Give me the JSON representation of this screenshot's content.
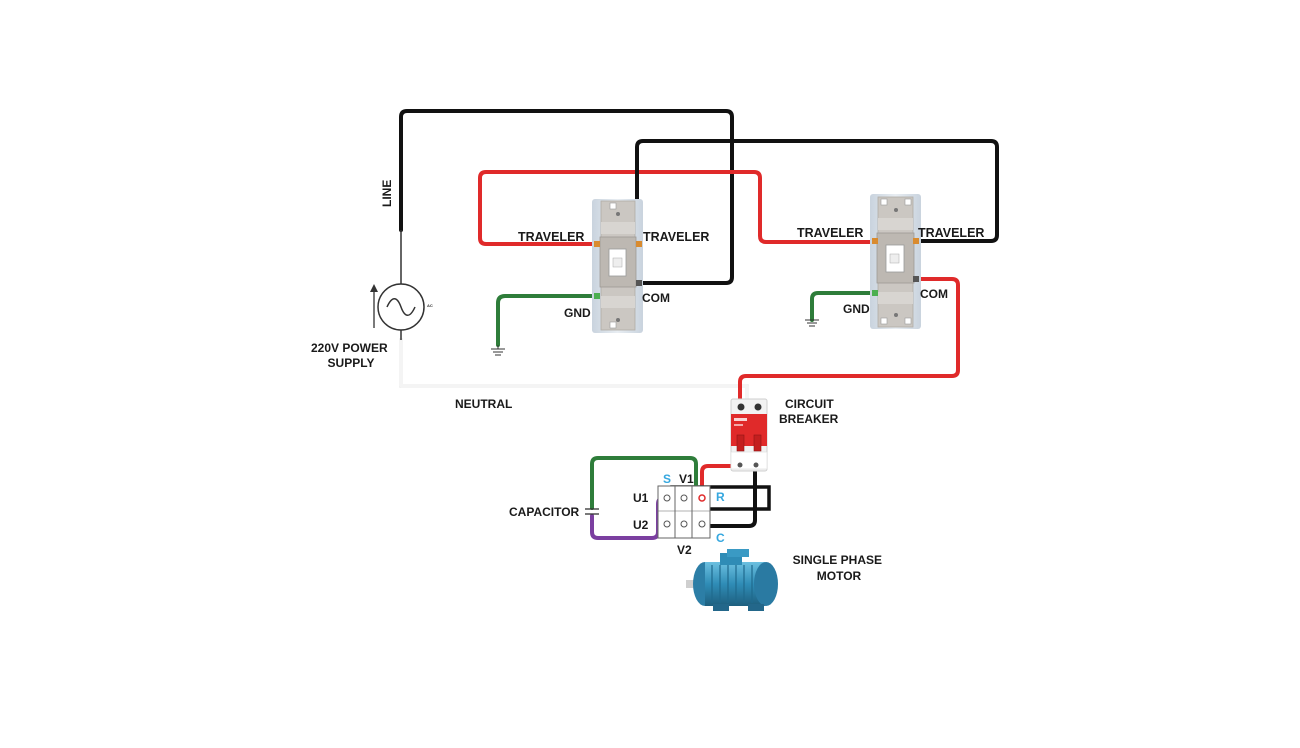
{
  "labels": {
    "line": "LINE",
    "power_supply_1": "220V POWER",
    "power_supply_2": "SUPPLY",
    "ac": "AC",
    "neutral": "NEUTRAL",
    "traveler": "TRAVELER",
    "com": "COM",
    "gnd": "GND",
    "circuit_breaker_1": "CIRCUIT",
    "circuit_breaker_2": "BREAKER",
    "capacitor": "CAPACITOR",
    "motor_1": "SINGLE PHASE",
    "motor_2": "MOTOR"
  },
  "terminals": {
    "s": "S",
    "v1": "V1",
    "r": "R",
    "u1": "U1",
    "u2": "U2",
    "v2": "V2",
    "c": "C"
  },
  "colors": {
    "line_wire": "#111111",
    "traveler_wire": "#e02a2a",
    "ground_wire": "#2e7d3a",
    "neutral_wire": "#d9d9d9",
    "capacitor_wire": "#7b3fa0",
    "breaker": "#e02a2a",
    "motor": "#3b8fb8",
    "terminal_letters": "#35a7df"
  }
}
